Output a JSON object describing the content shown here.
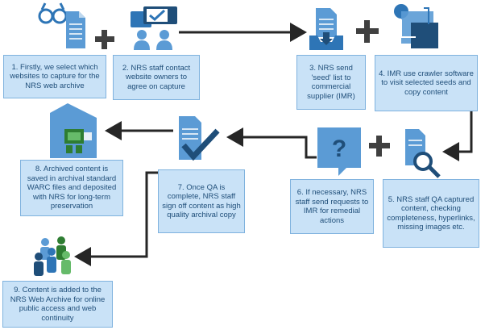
{
  "steps": {
    "s1": "1. Firstly, we select which websites to capture for the NRS web archive",
    "s2": "2. NRS staff contact website owners to agree on capture",
    "s3": "3. NRS send 'seed' list to commercial supplier (IMR)",
    "s4": "4. IMR use crawler software to visit selected seeds and copy content",
    "s5": "5. NRS staff QA captured content, checking completeness, hyperlinks, missing images etc.",
    "s6": "6. If necessary, NRS staff send requests to IMR for remedial actions",
    "s7": "7. Once QA is complete, NRS staff sign off content as high quality archival copy",
    "s8": "8. Archived content is saved in archival standard WARC files and deposited with NRS for long-term preservation",
    "s9": "9. Content is added to the NRS Web Archive for online public access and web continuity"
  },
  "icons": [
    "binoculars-icon",
    "document-icon",
    "plus-icon",
    "people-chat-icon",
    "inbox-download-icon",
    "network-crawler-icon",
    "question-chat-icon",
    "magnifier-document-icon",
    "checkmark-document-icon",
    "archive-building-icon",
    "people-group-icon"
  ],
  "colors": {
    "box_fill": "#c9e2f7",
    "box_border": "#7fb2de",
    "box_text": "#1f4e79",
    "icon_blue": "#2e75b6",
    "icon_light": "#5b9bd5",
    "plus_gray": "#404040",
    "arrow": "#262626"
  }
}
